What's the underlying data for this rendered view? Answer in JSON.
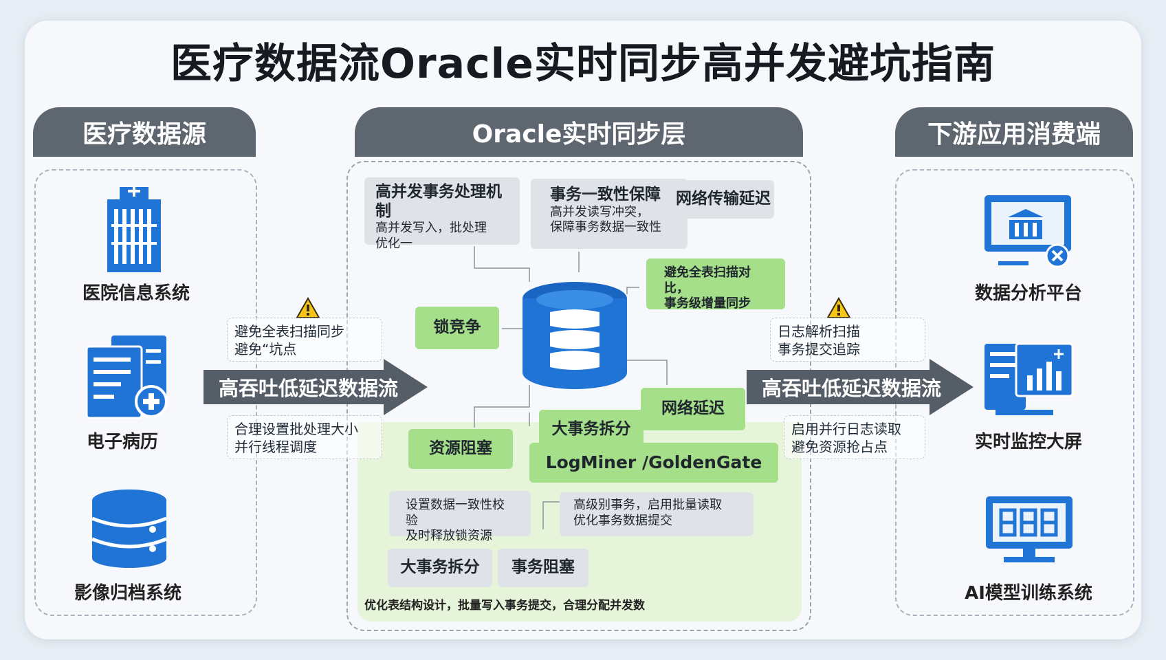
{
  "title": "医疗数据流Oracle实时同步高并发避坑指南",
  "columns": {
    "left": "医疗数据源",
    "center": "Oracle实时同步层",
    "right": "下游应用消费端"
  },
  "sources": [
    {
      "label": "医院信息系统",
      "icon": "hospital-building-icon"
    },
    {
      "label": "电子病历",
      "icon": "medical-record-icon"
    },
    {
      "label": "影像归档系统",
      "icon": "database-icon"
    }
  ],
  "consumers": [
    {
      "label": "数据分析平台",
      "icon": "analytics-monitor-icon"
    },
    {
      "label": "实时监控大屏",
      "icon": "dashboard-screen-icon"
    },
    {
      "label": "AI模型训练系统",
      "icon": "ai-monitor-icon"
    }
  ],
  "flows": {
    "left_arrow": "高吞吐低延迟数据流",
    "right_arrow": "高吞吐低延迟数据流",
    "left_note_top": [
      "避免全表扫描同步",
      "避免“坑点"
    ],
    "left_note_bottom": [
      "合理设置批处理大小",
      "并行线程调度"
    ],
    "right_note_top": [
      "日志解析扫描",
      "事务提交追踪"
    ],
    "right_note_bottom": [
      "启用并行日志读取",
      "避免资源抢占点"
    ]
  },
  "center": {
    "high_concurrency": {
      "title": "高并发事务处理机制",
      "sub": [
        "高并发写入，批处理",
        "优化一"
      ]
    },
    "consistency": {
      "title": "事务一致性保障",
      "sub": [
        "高并发读写冲突，",
        "保障事务数据一致性"
      ]
    },
    "network_delay_top": "网络传输延迟",
    "green_note": [
      "避免全表扫描对比，",
      "事务级增量同步"
    ],
    "lock": "锁竞争",
    "network_delay": "网络延迟",
    "large_transaction": "大事务拆分",
    "block": "资源阻塞",
    "logminer": "LogMiner /GoldenGate",
    "bottom_left_note": [
      "设置数据一致性校验",
      "及时释放锁资源"
    ],
    "bottom_right_note": [
      "高级别事务，启用批量读取",
      "优化事务数据提交"
    ],
    "large_tx_box": "大事务拆分",
    "tx_block_box": "事务阻塞",
    "footer": "优化表结构设计，批量写入事务提交，合理分配并发数"
  }
}
